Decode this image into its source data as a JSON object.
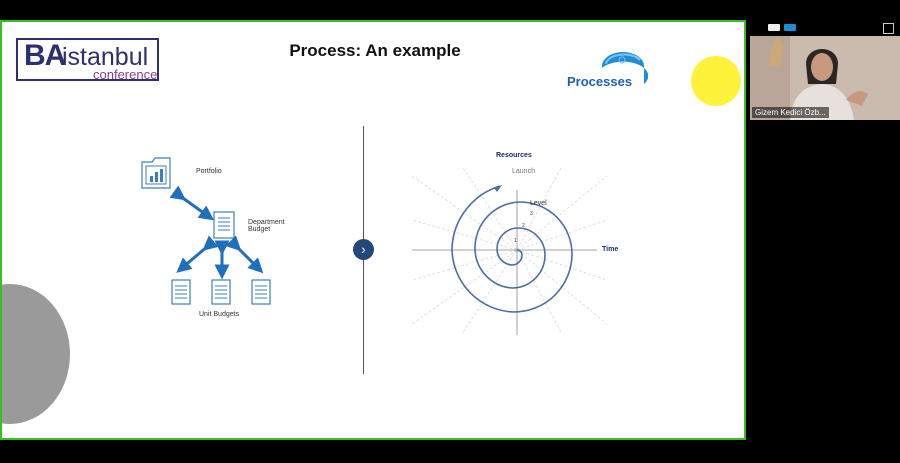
{
  "slide": {
    "title": "Process: An example",
    "logo": {
      "ba": "BA",
      "istanbul": "istanbul",
      "conference": "conference"
    },
    "processes_label": "Processes"
  },
  "left_diagram": {
    "portfolio": "Portfolio",
    "department_budget": "Department Budget",
    "unit_budgets": "Unit Budgets"
  },
  "right_diagram": {
    "resources": "Resources",
    "time": "Time",
    "launch": "Launch",
    "level": "Level",
    "levels": [
      "1",
      "2",
      "3"
    ]
  },
  "video": {
    "participant_name": "Gizem Kedici Özb..."
  },
  "colors": {
    "accent": "#1d62b2",
    "frame": "#35c21e",
    "yellow": "#fff23a"
  }
}
